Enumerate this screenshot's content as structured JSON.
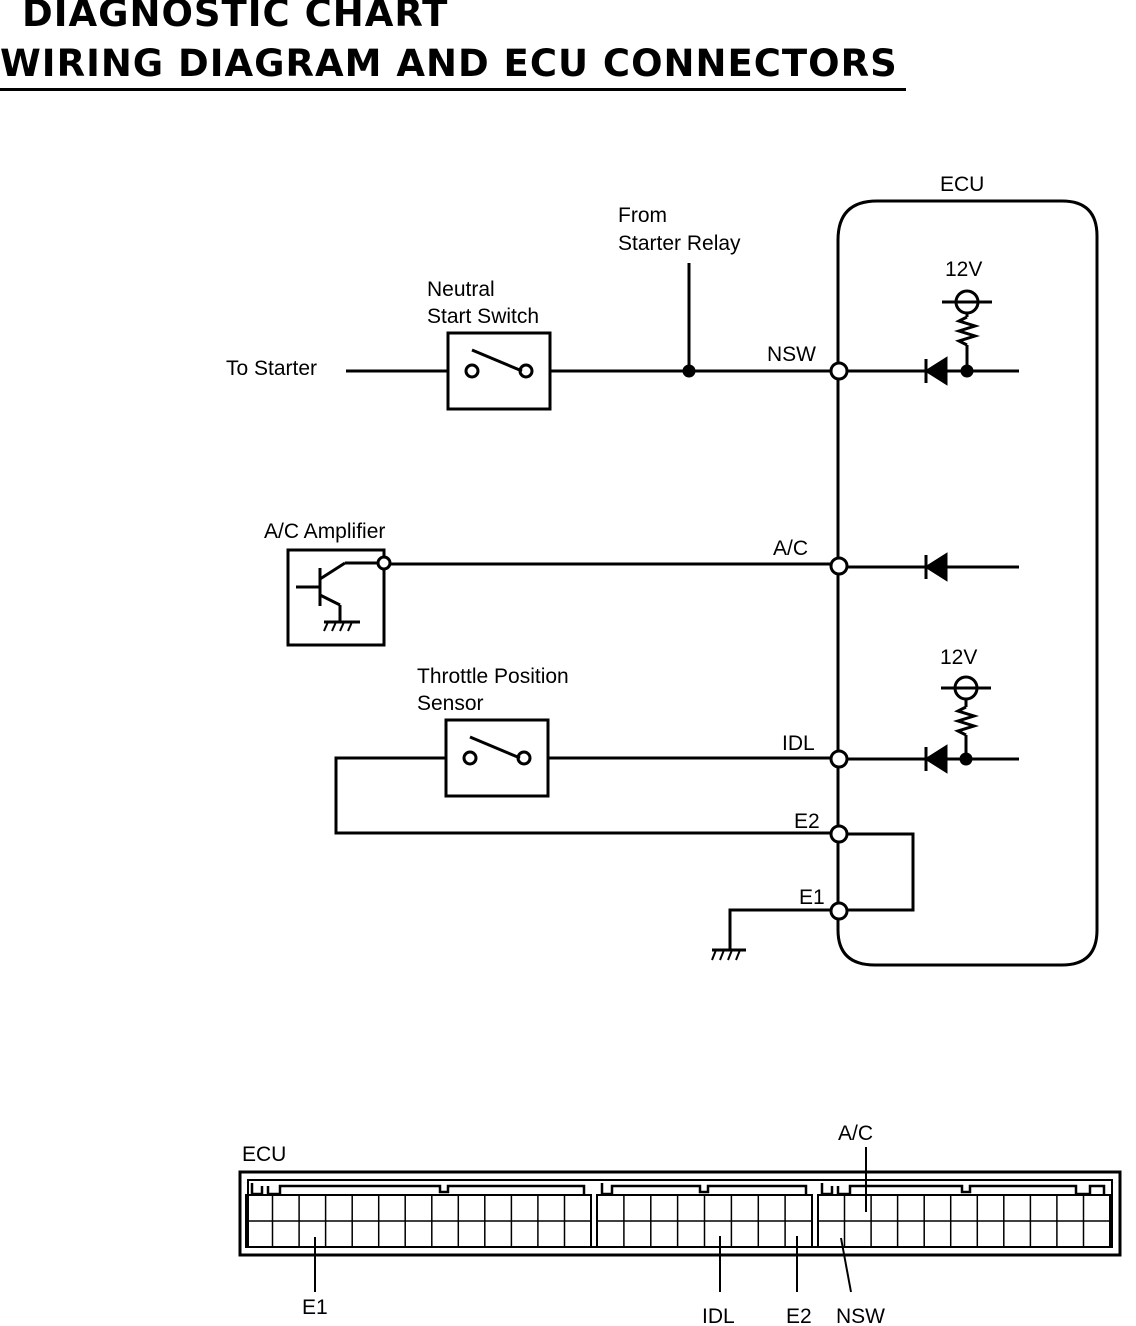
{
  "header": {
    "line1": "DIAGNOSTIC CHART",
    "line2": "WIRING DIAGRAM AND ECU CONNECTORS"
  },
  "wiring": {
    "ecu_label": "ECU",
    "from_line1": "From",
    "from_line2": "Starter Relay",
    "neutral_line1": "Neutral",
    "neutral_line2": "Start Switch",
    "to_starter": "To Starter",
    "ac_amplifier": "A/C Amplifier",
    "tps_line1": "Throttle Position",
    "tps_line2": "Sensor",
    "voltage_top": "12V",
    "voltage_bottom": "12V",
    "pins": {
      "nsw": "NSW",
      "ac": "A/C",
      "idl": "IDL",
      "e2": "E2",
      "e1": "E1"
    }
  },
  "connectors": {
    "ecu_label": "ECU",
    "callouts": {
      "ac": "A/C",
      "e1": "E1",
      "idl": "IDL",
      "e2": "E2",
      "nsw": "NSW"
    }
  }
}
